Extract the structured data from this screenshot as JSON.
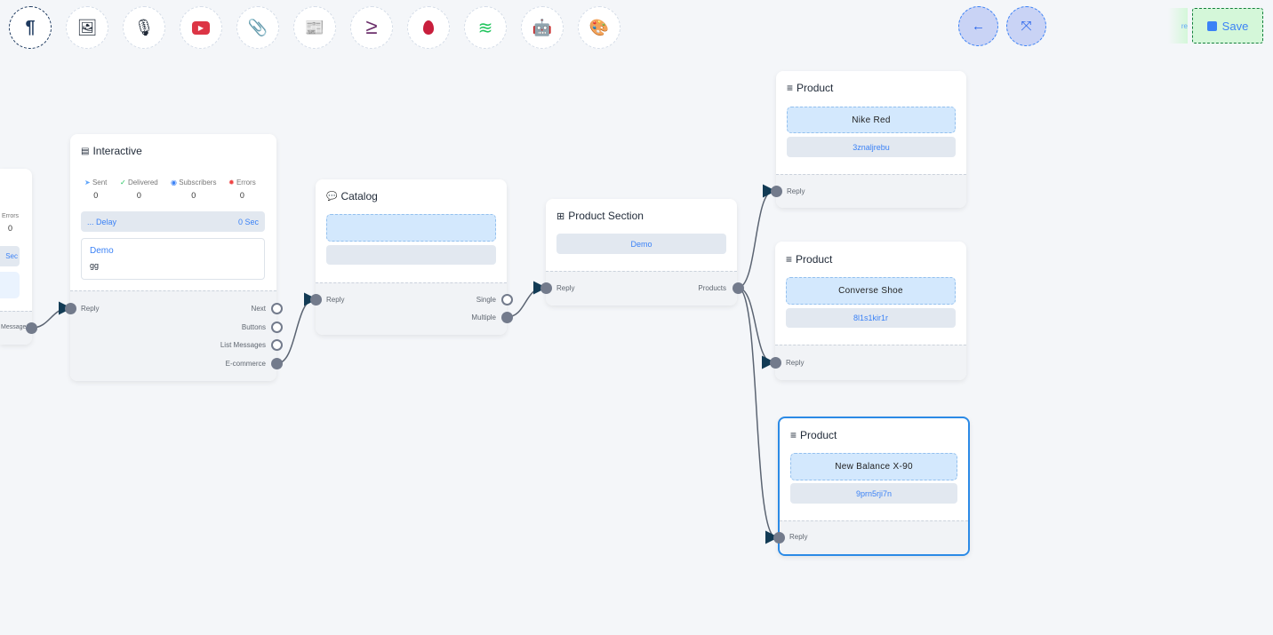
{
  "toolbar": {
    "tools": [
      {
        "icon": "paragraph-icon",
        "glyph": "¶",
        "color": "#1e3a5f"
      },
      {
        "icon": "image-icon",
        "glyph": "🖼",
        "color": "#7c3aed"
      },
      {
        "icon": "microphone-icon",
        "glyph": "🎙",
        "color": "#f59e0b"
      },
      {
        "icon": "youtube-icon",
        "glyph": "▶",
        "color": "#dc3545"
      },
      {
        "icon": "paperclip-icon",
        "glyph": "📎",
        "color": "#16a34a"
      },
      {
        "icon": "newspaper-icon",
        "glyph": "📰",
        "color": "#f87171"
      },
      {
        "icon": "greater-equal-icon",
        "glyph": "≥",
        "color": "#6b2f6b"
      },
      {
        "icon": "droplet-icon",
        "glyph": "💧",
        "color": "#c81e3c"
      },
      {
        "icon": "stack-overflow-icon",
        "glyph": "≋",
        "color": "#22c55e"
      },
      {
        "icon": "robot-icon",
        "glyph": "🤖",
        "color": "#1d1dd8"
      },
      {
        "icon": "palette-icon",
        "glyph": "🎨",
        "color": "#22c55e"
      }
    ],
    "back_glyph": "←",
    "compress_glyph": "⤧",
    "ghost_text": "re",
    "save_label": "Save"
  },
  "partial_node": {
    "stat_label": "Errors",
    "stat_value": "0",
    "delay_value": "Sec",
    "output": "Message"
  },
  "interactive": {
    "title": "Interactive",
    "stats": [
      {
        "label": "Sent",
        "value": "0"
      },
      {
        "label": "Delivered",
        "value": "0"
      },
      {
        "label": "Subscribers",
        "value": "0"
      },
      {
        "label": "Errors",
        "value": "0"
      }
    ],
    "delay_label": "... Delay",
    "delay_value": "0 Sec",
    "message_title": "Demo",
    "message_body": "gg",
    "input": "Reply",
    "outputs": [
      "Next",
      "Buttons",
      "List Messages",
      "E-commerce"
    ]
  },
  "catalog": {
    "title": "Catalog",
    "input": "Reply",
    "outputs": [
      "Single",
      "Multiple"
    ]
  },
  "product_section": {
    "title": "Product Section",
    "item": "Demo",
    "input": "Reply",
    "output": "Products"
  },
  "products": [
    {
      "title": "Product",
      "name": "Nike Red",
      "id": "3znaljrebu",
      "input": "Reply"
    },
    {
      "title": "Product",
      "name": "Converse Shoe",
      "id": "8l1s1kir1r",
      "input": "Reply"
    },
    {
      "title": "Product",
      "name": "New Balance X-90",
      "id": "9prn5rji7n",
      "input": "Reply",
      "selected": true
    }
  ]
}
